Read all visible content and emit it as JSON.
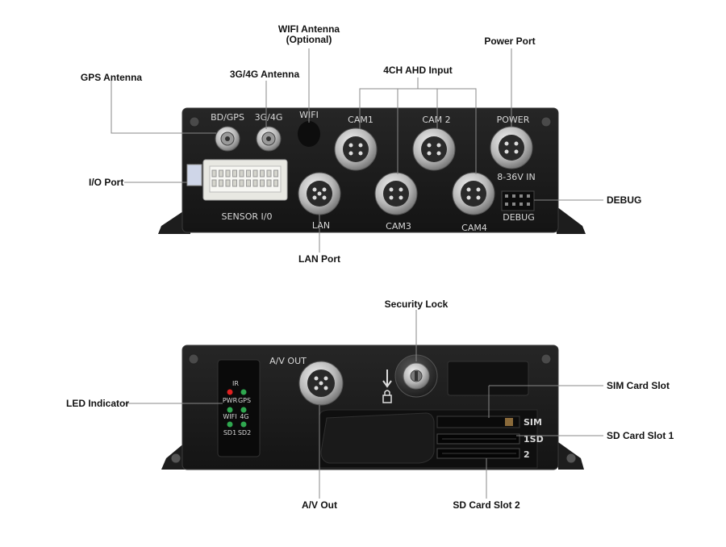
{
  "front_panel": {
    "callouts": {
      "wifi_antenna": "WIFI Antenna",
      "wifi_optional": "(Optional)",
      "power_port": "Power Port",
      "gps_antenna": "GPS Antenna",
      "antenna_3g4g": "3G/4G Antenna",
      "ahd_input": "4CH AHD Input",
      "io_port": "I/O Port",
      "debug": "DEBUG",
      "lan_port": "LAN Port"
    },
    "labels": {
      "bd_gps": "BD/GPS",
      "g3g4": "3G/4G",
      "wifi": "WIFI",
      "cam1": "CAM1",
      "cam2": "CAM 2",
      "power": "POWER",
      "voltage": "8-36V IN",
      "sensor_io": "SENSOR I/0",
      "lan": "LAN",
      "cam3": "CAM3",
      "cam4": "CAM4",
      "debug": "DEBUG"
    }
  },
  "back_panel": {
    "callouts": {
      "security_lock": "Security Lock",
      "led_indicator": "LED Indicator",
      "sim_card_slot": "SIM Card Slot",
      "sd_card_slot_1": "SD Card Slot 1",
      "av_out": "A/V Out",
      "sd_card_slot_2": "SD Card Slot 2"
    },
    "labels": {
      "av_out": "A/V OUT",
      "ir": "IR",
      "pwr": "PWR",
      "gps": "GPS",
      "wifi": "WIFI",
      "g4": "4G",
      "sd1": "SD1",
      "sd2": "SD2",
      "sim": "SIM",
      "slot_1sd": "1SD",
      "slot_2": "2"
    },
    "led_colors": {
      "pwr": "#e02020",
      "other": "#2fa84f"
    }
  },
  "colors": {
    "chassis": "#1b1b1b",
    "chassis_edge": "#3a3a3a",
    "connector_metal": "#c9c9c9",
    "callout_text": "#111111"
  }
}
